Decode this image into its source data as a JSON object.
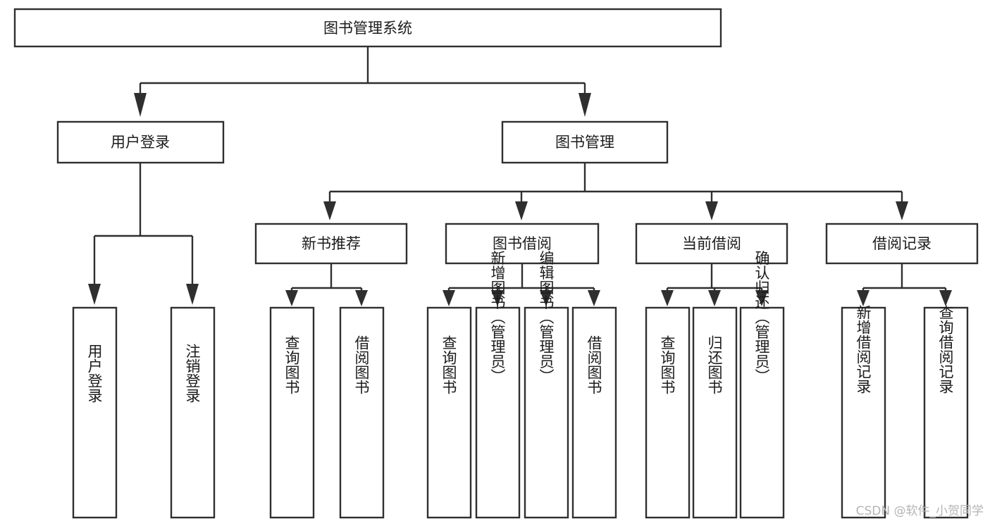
{
  "diagram": {
    "type": "tree",
    "title": "图书管理系统",
    "orientation": "top-down",
    "colors": {
      "stroke": "#2f2f2f",
      "box_fill": "#ffffff",
      "text": "#1b1b1b",
      "background": "#ffffff",
      "watermark": "#b4b4b4"
    },
    "levels": {
      "root": "图书管理系统",
      "level2": [
        "用户登录",
        "图书管理"
      ],
      "level3": [
        "新书推荐",
        "图书借阅",
        "当前借阅",
        "借阅记录"
      ]
    },
    "nodes": {
      "root": {
        "label": "图书管理系统"
      },
      "user_login": {
        "label": "用户登录"
      },
      "book_manage": {
        "label": "图书管理"
      },
      "new_book_rec": {
        "label": "新书推荐"
      },
      "book_borrow": {
        "label": "图书借阅"
      },
      "current_borrow": {
        "label": "当前借阅"
      },
      "borrow_record": {
        "label": "借阅记录"
      },
      "leaf_user_login": {
        "label": "用户登录"
      },
      "leaf_logout": {
        "label": "注销登录"
      },
      "leaf_query_book_1": {
        "label": "查询图书"
      },
      "leaf_borrow_book_1": {
        "label": "借阅图书"
      },
      "leaf_query_book_2": {
        "label": "查询图书"
      },
      "leaf_add_book": {
        "label": "新增图书（管理员）"
      },
      "leaf_edit_book": {
        "label": "编辑图书（管理员）"
      },
      "leaf_borrow_book_2": {
        "label": "借阅图书"
      },
      "leaf_query_book_3": {
        "label": "查询图书"
      },
      "leaf_return_book": {
        "label": "归还图书"
      },
      "leaf_confirm_return": {
        "label": "确认归还（管理员）"
      },
      "leaf_add_record": {
        "label": "新增借阅记录"
      },
      "leaf_query_record": {
        "label": "查询借阅记录"
      }
    },
    "edges": [
      {
        "from": "root",
        "to": "user_login"
      },
      {
        "from": "root",
        "to": "book_manage"
      },
      {
        "from": "user_login",
        "to": "leaf_user_login"
      },
      {
        "from": "user_login",
        "to": "leaf_logout"
      },
      {
        "from": "book_manage",
        "to": "new_book_rec"
      },
      {
        "from": "book_manage",
        "to": "book_borrow"
      },
      {
        "from": "book_manage",
        "to": "current_borrow"
      },
      {
        "from": "book_manage",
        "to": "borrow_record"
      },
      {
        "from": "new_book_rec",
        "to": "leaf_query_book_1"
      },
      {
        "from": "new_book_rec",
        "to": "leaf_borrow_book_1"
      },
      {
        "from": "book_borrow",
        "to": "leaf_query_book_2"
      },
      {
        "from": "book_borrow",
        "to": "leaf_add_book"
      },
      {
        "from": "book_borrow",
        "to": "leaf_edit_book"
      },
      {
        "from": "book_borrow",
        "to": "leaf_borrow_book_2"
      },
      {
        "from": "current_borrow",
        "to": "leaf_query_book_3"
      },
      {
        "from": "current_borrow",
        "to": "leaf_return_book"
      },
      {
        "from": "current_borrow",
        "to": "leaf_confirm_return"
      },
      {
        "from": "borrow_record",
        "to": "leaf_add_record"
      },
      {
        "from": "borrow_record",
        "to": "leaf_query_record"
      }
    ]
  },
  "watermark": {
    "text": "CSDN @软件_小贺同学"
  }
}
